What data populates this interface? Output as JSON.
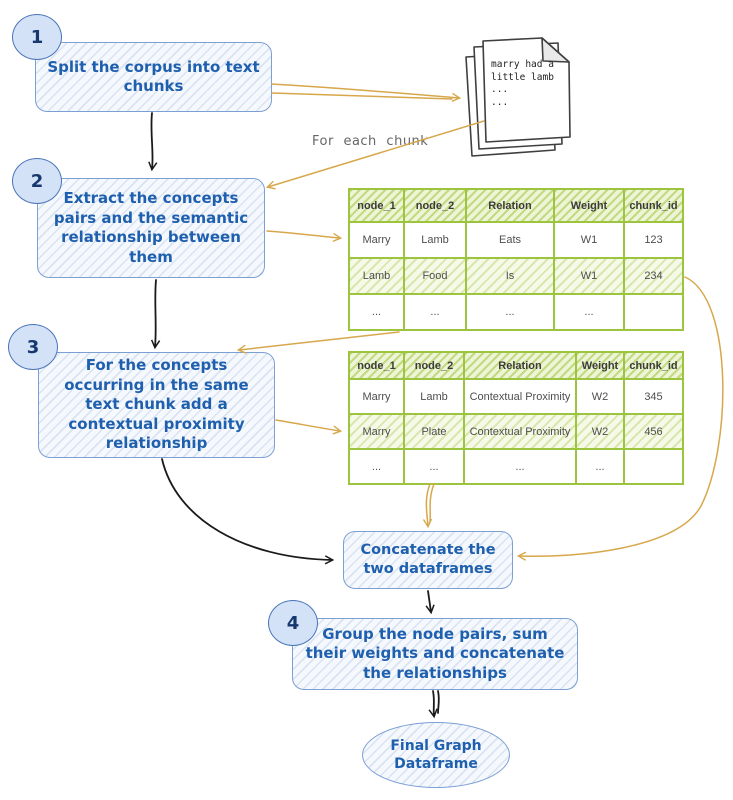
{
  "colors": {
    "accent_blue": "#1e5fae",
    "box_border_blue": "#7c9fd4",
    "badge_fill": "#d3e2f6",
    "table_green": "#9cc43f",
    "arrow_yellow": "#d7a74b",
    "arrow_black": "#1a1a1a"
  },
  "steps": [
    {
      "badge": "1",
      "text": "Split the corpus into text chunks"
    },
    {
      "badge": "2",
      "text": "Extract the concepts pairs and the semantic relationship between them"
    },
    {
      "badge": "3",
      "text": "For the concepts occurring in the same text chunk add a contextual proximity relationship"
    },
    {
      "badge": "4",
      "text": "Group the node pairs, sum their weights and concatenate the relationships"
    }
  ],
  "concat_box": {
    "text": "Concatenate the two dataframes"
  },
  "final_node": {
    "text": "Final Graph Dataframe"
  },
  "chunk_label": "For each chunk",
  "document": {
    "icon": "document-stack-icon",
    "lines": [
      "marry had a",
      "little lamb",
      "...",
      "..."
    ]
  },
  "tables": [
    {
      "headers": [
        "node_1",
        "node_2",
        "Relation",
        "Weight",
        "chunk_id"
      ],
      "rows": [
        [
          "Marry",
          "Lamb",
          "Eats",
          "W1",
          "123"
        ],
        [
          "Lamb",
          "Food",
          "Is",
          "W1",
          "234"
        ],
        [
          "...",
          "...",
          "...",
          "...",
          ""
        ]
      ]
    },
    {
      "headers": [
        "node_1",
        "node_2",
        "Relation",
        "Weight",
        "chunk_id"
      ],
      "rows": [
        [
          "Marry",
          "Lamb",
          "Contextual Proximity",
          "W2",
          "345"
        ],
        [
          "Marry",
          "Plate",
          "Contextual Proximity",
          "W2",
          "456"
        ],
        [
          "...",
          "...",
          "...",
          "...",
          ""
        ]
      ]
    }
  ]
}
